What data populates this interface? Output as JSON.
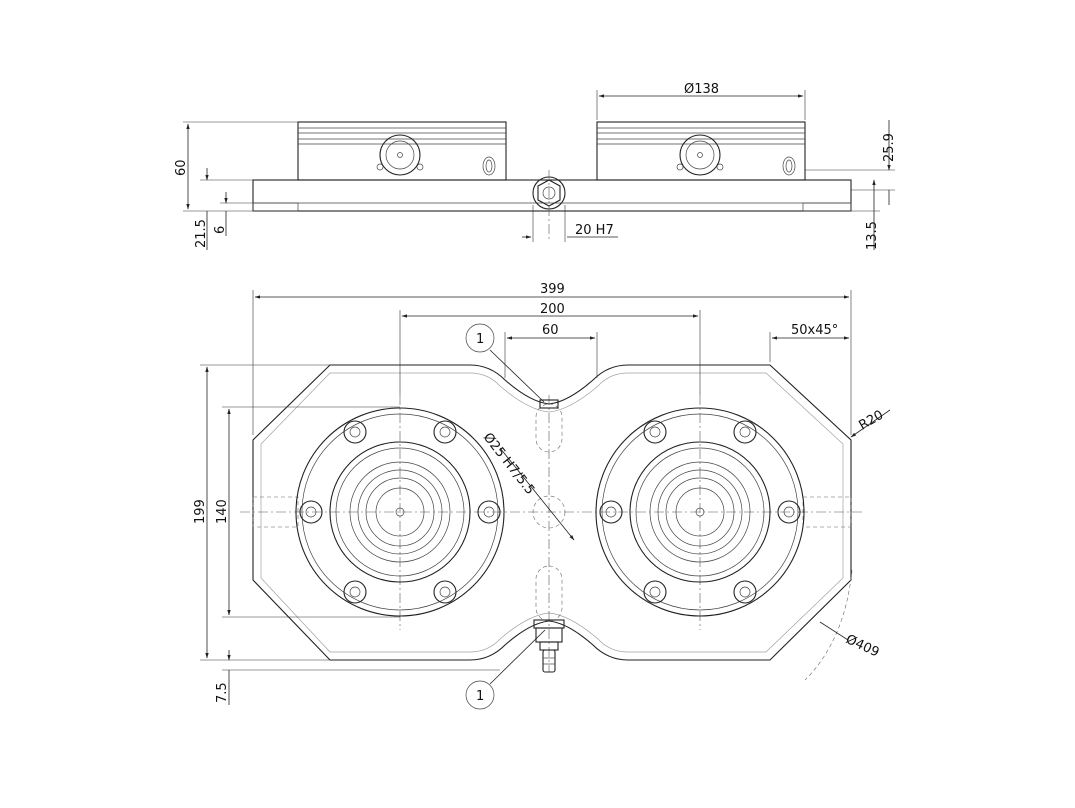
{
  "side_view": {
    "dim_diameter_top": "Ø138",
    "dim_height_total": "60",
    "dim_height_right": "25.9",
    "dim_21_5": "21.5",
    "dim_6": "6",
    "dim_13_5": "13.5",
    "dim_20h7": "20 H7"
  },
  "top_view": {
    "dim_399": "399",
    "dim_200": "200",
    "dim_60": "60",
    "dim_chamfer": "50x45°",
    "dim_r20": "R20",
    "dim_199": "199",
    "dim_140": "140",
    "dim_7_5": "7.5",
    "dim_bore": "Ø25 H7/5.5",
    "dim_d409": "Ø409",
    "callout_top": "1",
    "callout_bottom": "1"
  }
}
